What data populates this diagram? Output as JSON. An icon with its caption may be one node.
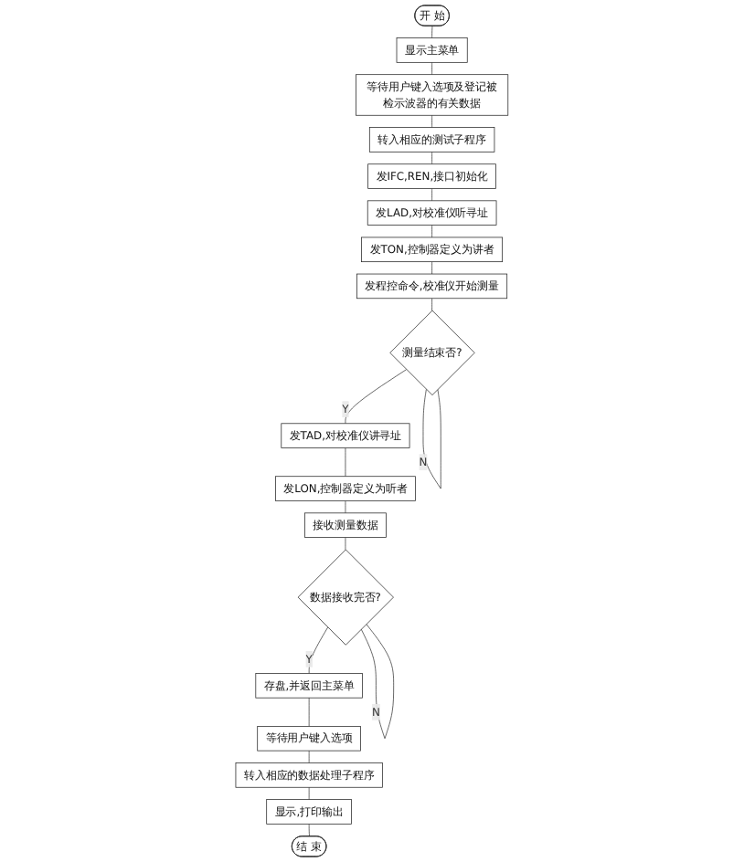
{
  "diagram": {
    "nodes": [
      {
        "text": [
          "开 始"
        ]
      },
      {
        "text": [
          "显示主菜单"
        ]
      },
      {
        "text": [
          "等待用户键入选项及登记被检示波器的有关数据"
        ]
      },
      {
        "text": [
          "转入相应的测试子程序"
        ]
      },
      {
        "text": [
          "发IFC,REN,接口初始化"
        ]
      },
      {
        "text": [
          "发LAD,对校准仪听寻址"
        ]
      },
      {
        "text": [
          "发TON,控制器定义为讲者"
        ]
      },
      {
        "text": [
          "发程控命令,校准仪开始测量"
        ]
      },
      {
        "text": [
          "测量结束否?"
        ]
      },
      {
        "text": [
          "发TAD,对校准仪讲寻址"
        ]
      },
      {
        "text": [
          "发LON,控制器定义为听者"
        ]
      },
      {
        "text": [
          "接收测量数据"
        ]
      },
      {
        "text": [
          "数据接收完否?"
        ]
      },
      {
        "text": [
          "存盘,并返回主菜单"
        ]
      },
      {
        "text": [
          "等待用户键入选项"
        ]
      },
      {
        "text": [
          "转入相应的数据处理子程序"
        ]
      },
      {
        "text": [
          "显示,打印输出"
        ]
      },
      {
        "text": [
          "结 束"
        ]
      }
    ],
    "edges": [
      {
        "from": 0,
        "to": 1,
        "arrow": "none"
      },
      {
        "from": 1,
        "to": 2,
        "arrow": "none"
      },
      {
        "from": 2,
        "to": 3,
        "arrow": "none"
      },
      {
        "from": 3,
        "to": 4,
        "arrow": "none"
      },
      {
        "from": 4,
        "to": 5,
        "arrow": "none"
      },
      {
        "from": 5,
        "to": 6,
        "arrow": "none"
      },
      {
        "from": 6,
        "to": 7,
        "arrow": "none"
      },
      {
        "from": 7,
        "to": 8,
        "arrow": "none"
      },
      {
        "from": 8,
        "to": 8,
        "label": "N",
        "arrow": "none"
      },
      {
        "from": 8,
        "to": 9,
        "label": "Y",
        "arrow": "none"
      },
      {
        "from": 9,
        "to": 10,
        "arrow": "none"
      },
      {
        "from": 10,
        "to": 11,
        "arrow": "none"
      },
      {
        "from": 11,
        "to": 12,
        "arrow": "none"
      },
      {
        "from": 12,
        "to": 12,
        "label": "N",
        "arrow": "none"
      },
      {
        "from": 12,
        "to": 13,
        "label": "Y",
        "arrow": "none"
      },
      {
        "from": 13,
        "to": 14,
        "arrow": "none"
      },
      {
        "from": 14,
        "to": 15,
        "arrow": "none"
      },
      {
        "from": 15,
        "to": 16,
        "arrow": "none"
      },
      {
        "from": 16,
        "to": 17,
        "arrow": "none"
      }
    ]
  }
}
